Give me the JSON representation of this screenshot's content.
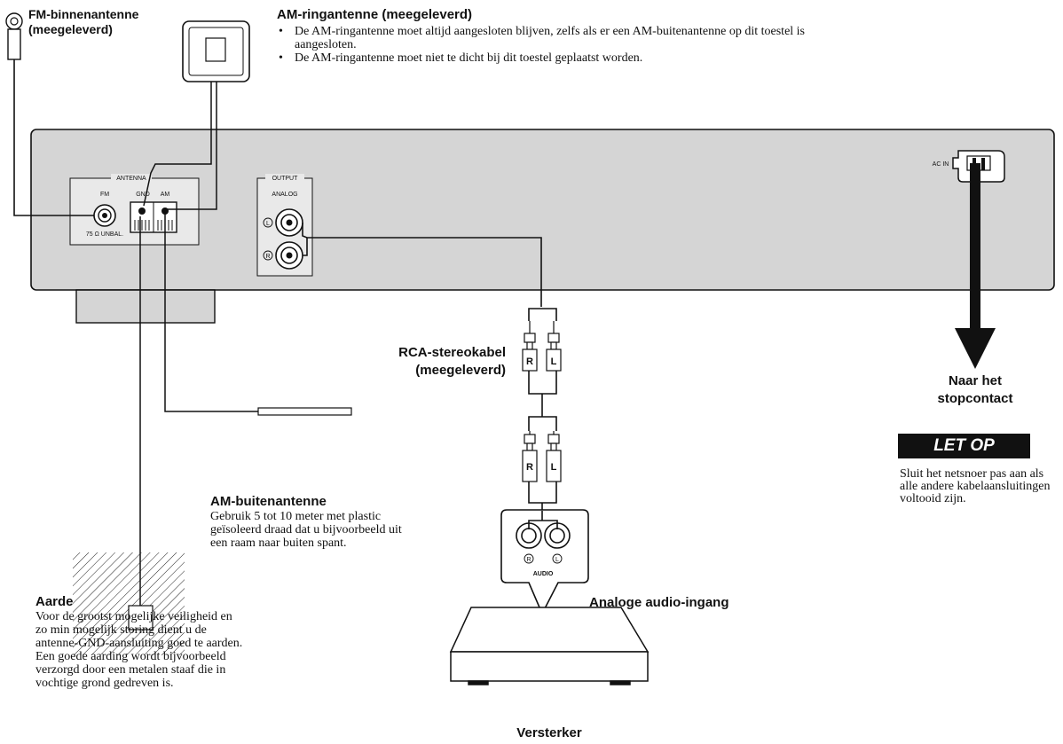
{
  "fm_antenna": {
    "title_line1": "FM-binnenantenne",
    "title_line2": "(meegeleverd)"
  },
  "am_loop": {
    "title": "AM-ringantenne (meegeleverd)",
    "bullets": [
      "De AM-ringantenne moet altijd aangesloten blijven, zelfs als er een AM-buitenantenne op dit toestel is aangesloten.",
      "De AM-ringantenne moet niet te dicht bij dit toestel geplaatst worden."
    ]
  },
  "panel": {
    "antenna_label": "ANTENNA",
    "fm_label": "FM",
    "fm_impedance": "75 Ω UNBAL.",
    "gnd_label": "GND",
    "am_label": "AM",
    "output_label": "OUTPUT",
    "analog_label": "ANALOG",
    "ch_l": "L",
    "ch_r": "R",
    "ac_in_label": "AC IN"
  },
  "rca_cable": {
    "line1": "RCA-stereokabel",
    "line2": "(meegeleverd)",
    "plug_r": "R",
    "plug_l": "L"
  },
  "power": {
    "line1": "Naar het",
    "line2": "stopcontact"
  },
  "caution": {
    "heading": "LET OP",
    "text": "Sluit het netsnoer pas aan als alle andere kabelaansluitingen voltooid zijn."
  },
  "am_outdoor": {
    "title": "AM-buitenantenne",
    "text": "Gebruik 5 tot 10 meter met plastic geïsoleerd draad dat u bijvoorbeeld uit een raam naar buiten spant."
  },
  "ground": {
    "title": "Aarde",
    "text": "Voor de grootst mogelijke veiligheid en zo min mogelijk storing dient u de antenne-GND-aansluiting goed te aarden. Een goede aarding wordt bijvoorbeeld verzorgd door een metalen staaf die in vochtige grond gedreven is."
  },
  "amplifier": {
    "input_label": "Analoge audio-ingang",
    "audio_label": "AUDIO",
    "ch_r": "R",
    "ch_l": "L",
    "name": "Versterker"
  }
}
